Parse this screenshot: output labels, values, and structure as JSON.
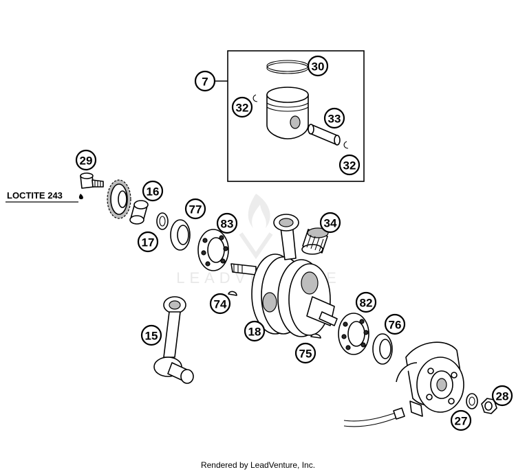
{
  "callouts": {
    "c7": "7",
    "c30": "30",
    "c32a": "32",
    "c33": "33",
    "c32b": "32",
    "c29": "29",
    "c16": "16",
    "c17": "17",
    "c77": "77",
    "c83": "83",
    "c34": "34",
    "c74": "74",
    "c15": "15",
    "c18": "18",
    "c82": "82",
    "c76": "76",
    "c75": "75",
    "c27": "27",
    "c28": "28"
  },
  "note": {
    "loctite": "LOCTITE 243"
  },
  "watermark": "LEADVENTURE",
  "footer": "Rendered by LeadVenture, Inc."
}
